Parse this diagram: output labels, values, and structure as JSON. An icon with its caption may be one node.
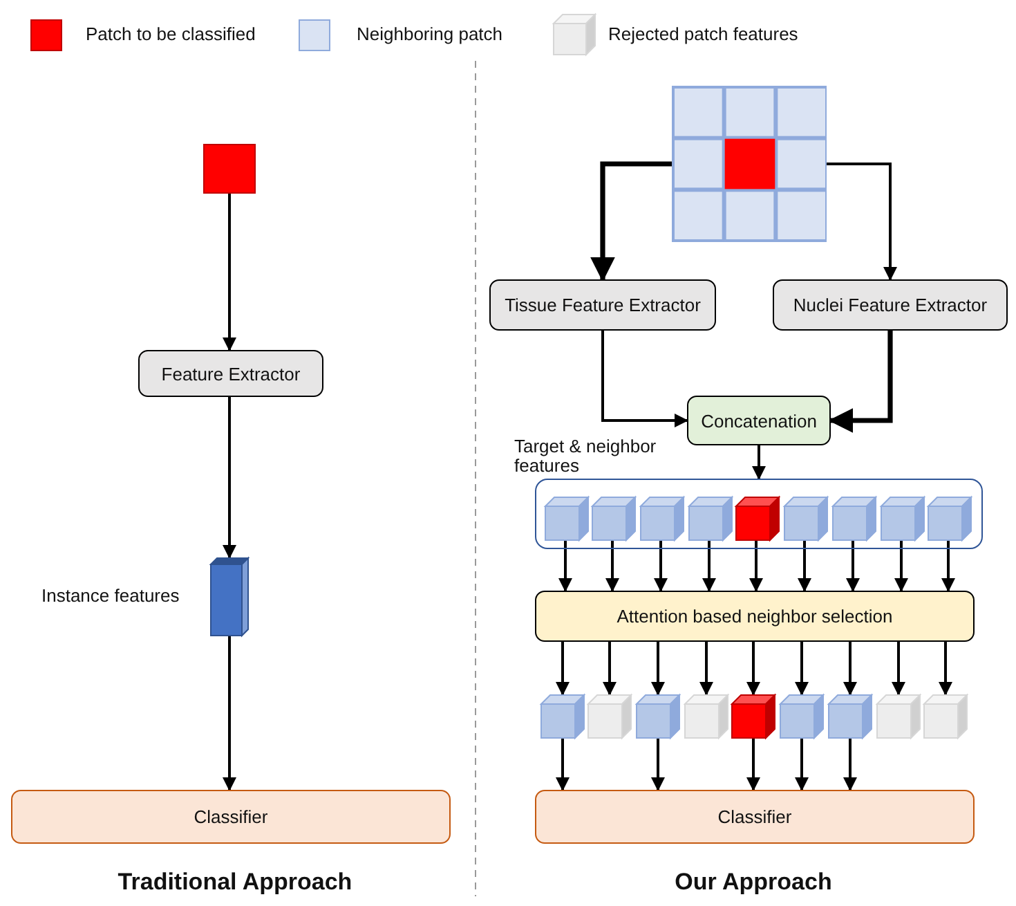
{
  "diagram": {
    "nodes": [
      {
        "text": [],
        "shape": "box"
      },
      {
        "text": [
          "Feature Extractor"
        ]
      },
      {
        "text": [],
        "shape": "bar",
        "beside": [
          "Instance features"
        ]
      },
      {
        "text": [
          "Classifier"
        ]
      },
      {
        "text": [],
        "shape": "grid"
      },
      {
        "text": [
          "Tissue Feature Extractor"
        ]
      },
      {
        "text": [
          "Nuclei Feature Extractor"
        ]
      },
      {
        "text": [
          "Concatenation"
        ]
      },
      {
        "text": [],
        "shape": "box",
        "beside": [
          "Target & neighbor features"
        ]
      },
      {
        "text": [],
        "shape": "cube",
        "in": 8
      },
      {
        "text": [],
        "shape": "cube",
        "in": 8
      },
      {
        "text": [],
        "shape": "cube",
        "in": 8
      },
      {
        "text": [],
        "shape": "cube",
        "in": 8
      },
      {
        "text": [],
        "shape": "cube",
        "in": 8
      },
      {
        "text": [],
        "shape": "cube",
        "in": 8
      },
      {
        "text": [],
        "shape": "cube",
        "in": 8
      },
      {
        "text": [],
        "shape": "cube",
        "in": 8
      },
      {
        "text": [],
        "shape": "cube",
        "in": 8
      },
      {
        "text": [
          "Attention based neighbor selection"
        ]
      },
      {
        "text": [],
        "shape": "cube"
      },
      {
        "text": [],
        "shape": "cube"
      },
      {
        "text": [],
        "shape": "cube"
      },
      {
        "text": [],
        "shape": "cube"
      },
      {
        "text": [],
        "shape": "cube"
      },
      {
        "text": [],
        "shape": "cube"
      },
      {
        "text": [],
        "shape": "cube"
      },
      {
        "text": [],
        "shape": "cube"
      },
      {
        "text": [],
        "shape": "cube"
      },
      {
        "text": [
          "Classifier"
        ]
      }
    ],
    "edges": [
      {
        "from": 0,
        "to": 1,
        "arrow": "to"
      },
      {
        "from": 1,
        "to": 2,
        "arrow": "to"
      },
      {
        "from": 2,
        "to": 3,
        "arrow": "to"
      },
      {
        "from": 4,
        "to": 5,
        "arrow": "to",
        "style": "thick"
      },
      {
        "from": 4,
        "to": 6,
        "arrow": "to"
      },
      {
        "from": 5,
        "to": 7,
        "arrow": "to"
      },
      {
        "from": 6,
        "to": 7,
        "arrow": "to",
        "style": "thick"
      },
      {
        "from": 7,
        "to": 8,
        "arrow": "to"
      },
      {
        "from": 9,
        "to": 18,
        "arrow": "to"
      },
      {
        "from": 10,
        "to": 18,
        "arrow": "to"
      },
      {
        "from": 11,
        "to": 18,
        "arrow": "to"
      },
      {
        "from": 12,
        "to": 18,
        "arrow": "to"
      },
      {
        "from": 13,
        "to": 18,
        "arrow": "to"
      },
      {
        "from": 14,
        "to": 18,
        "arrow": "to"
      },
      {
        "from": 15,
        "to": 18,
        "arrow": "to"
      },
      {
        "from": 16,
        "to": 18,
        "arrow": "to"
      },
      {
        "from": 17,
        "to": 18,
        "arrow": "to"
      },
      {
        "from": 18,
        "to": 19,
        "arrow": "to"
      },
      {
        "from": 18,
        "to": 20,
        "arrow": "to"
      },
      {
        "from": 18,
        "to": 21,
        "arrow": "to"
      },
      {
        "from": 18,
        "to": 22,
        "arrow": "to"
      },
      {
        "from": 18,
        "to": 23,
        "arrow": "to"
      },
      {
        "from": 18,
        "to": 24,
        "arrow": "to"
      },
      {
        "from": 18,
        "to": 25,
        "arrow": "to"
      },
      {
        "from": 18,
        "to": 26,
        "arrow": "to"
      },
      {
        "from": 18,
        "to": 27,
        "arrow": "to"
      },
      {
        "from": 19,
        "to": 28,
        "arrow": "to"
      },
      {
        "from": 21,
        "to": 28,
        "arrow": "to"
      },
      {
        "from": 23,
        "to": 28,
        "arrow": "to"
      },
      {
        "from": 24,
        "to": 28,
        "arrow": "to"
      },
      {
        "from": 25,
        "to": 28,
        "arrow": "to"
      }
    ],
    "labels": [
      "Traditional Approach",
      "Our Approach"
    ],
    "legend": [
      {
        "text": "Patch to be classified",
        "color": "#ff0000"
      },
      {
        "text": "Neighboring patch",
        "color": "#dae3f3"
      },
      {
        "text": "Rejected patch features"
      }
    ]
  }
}
